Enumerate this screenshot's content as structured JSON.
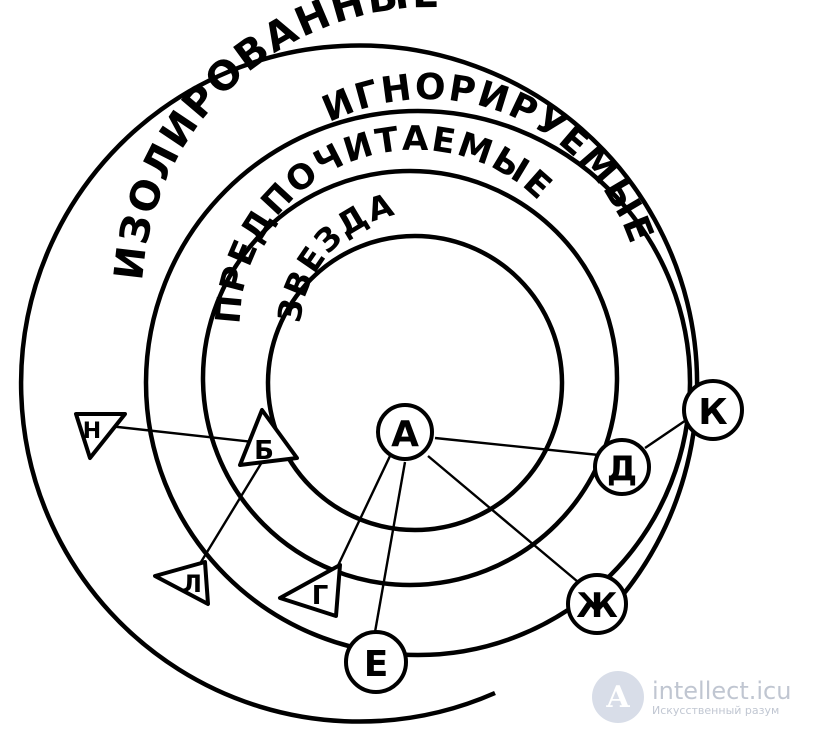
{
  "rings": {
    "outer": "ИЗОЛИРОВАННЫЕ",
    "second": "ИГНОРИРУЕМЫЕ",
    "third": "ПРЕДПОЧИТАЕМЫЕ",
    "center": "ЗВЕЗДА"
  },
  "nodes": {
    "a": "А",
    "b": "Б",
    "g": "Г",
    "d": "Д",
    "e": "Е",
    "zh": "Ж",
    "k": "К",
    "l": "Л",
    "n": "Н"
  },
  "watermark": {
    "logo_letter": "A",
    "name": "intellect.icu",
    "tagline": "Искусственный разум"
  }
}
